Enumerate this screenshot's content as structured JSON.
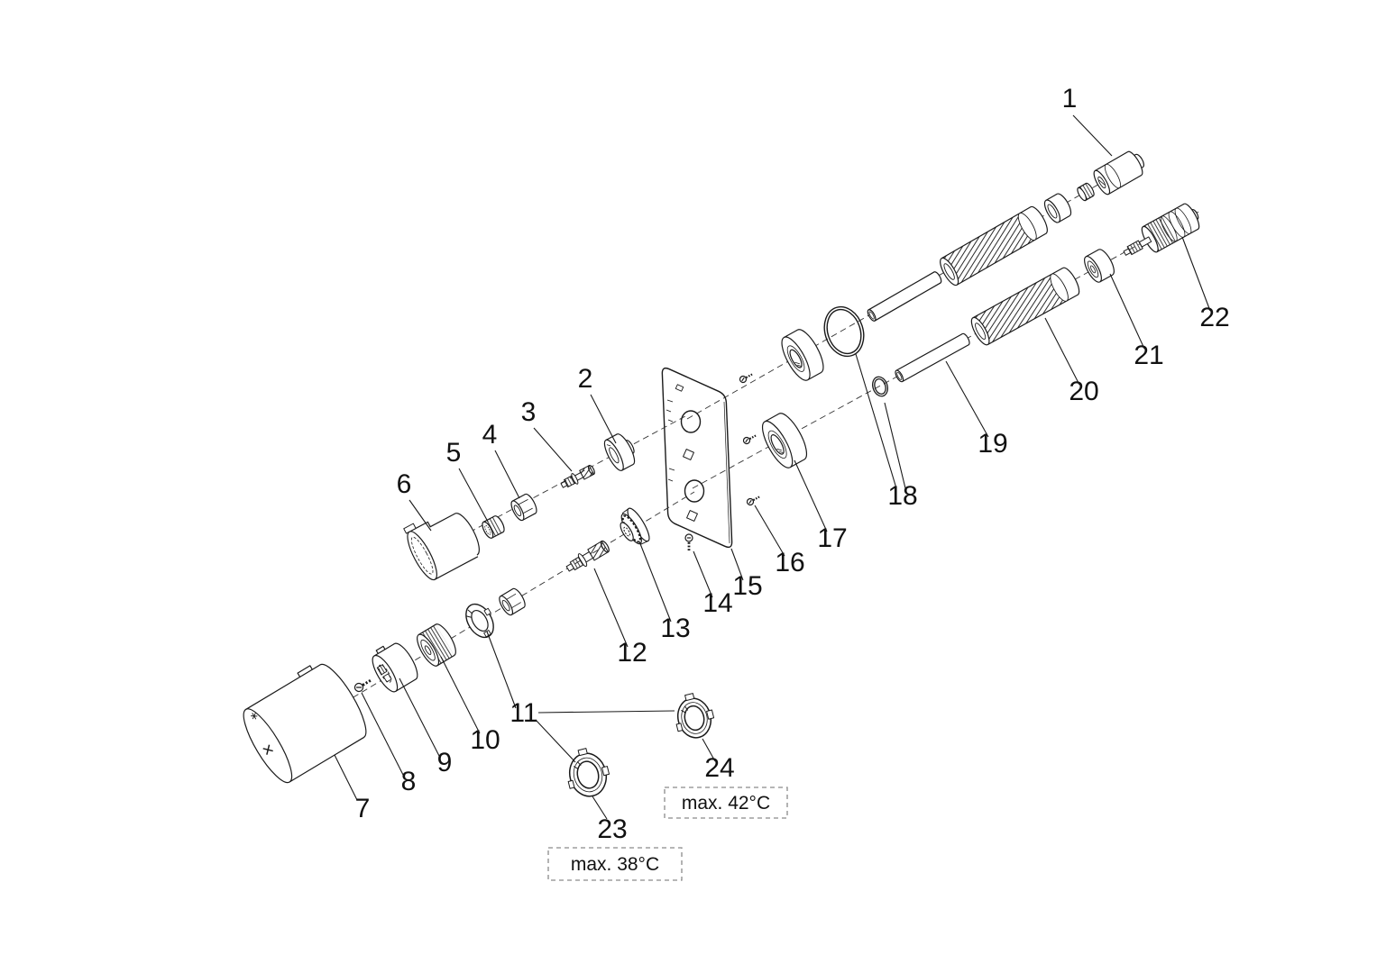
{
  "figure": {
    "background": "#ffffff",
    "ink": "#1a1a1a",
    "note_border": "#8a8a8a"
  },
  "labels": [
    {
      "id": "1"
    },
    {
      "id": "2"
    },
    {
      "id": "3"
    },
    {
      "id": "4"
    },
    {
      "id": "5"
    },
    {
      "id": "6"
    },
    {
      "id": "7"
    },
    {
      "id": "8"
    },
    {
      "id": "9"
    },
    {
      "id": "10"
    },
    {
      "id": "11"
    },
    {
      "id": "12"
    },
    {
      "id": "13"
    },
    {
      "id": "14"
    },
    {
      "id": "15"
    },
    {
      "id": "16"
    },
    {
      "id": "17"
    },
    {
      "id": "18"
    },
    {
      "id": "19"
    },
    {
      "id": "20"
    },
    {
      "id": "21"
    },
    {
      "id": "22"
    },
    {
      "id": "23"
    },
    {
      "id": "24"
    }
  ],
  "notes": {
    "max38": "max. 38°C",
    "max42": "max. 42°C"
  }
}
